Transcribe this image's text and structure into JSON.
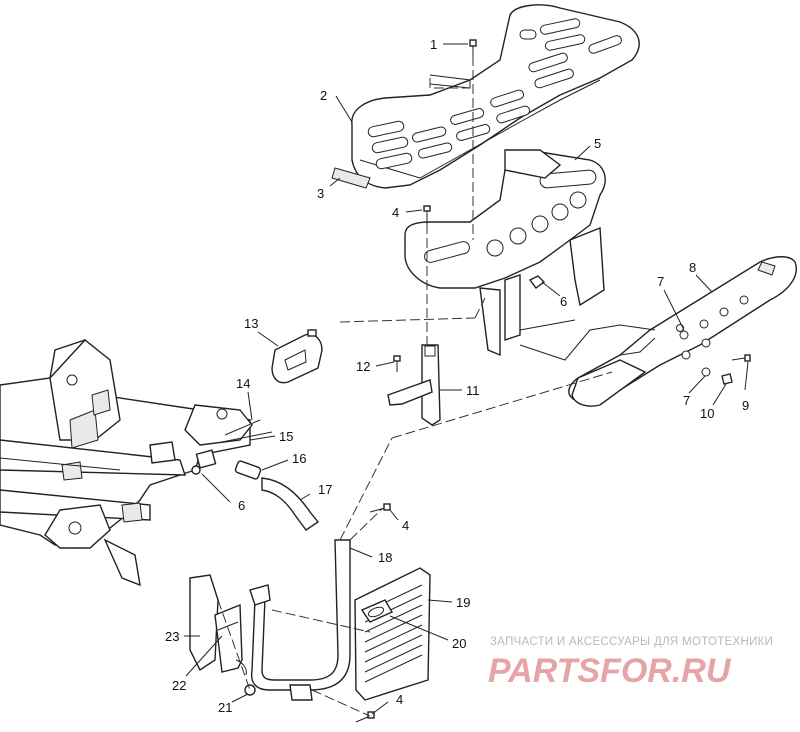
{
  "callouts": [
    {
      "id": "1"
    },
    {
      "id": "2"
    },
    {
      "id": "3"
    },
    {
      "id": "4"
    },
    {
      "id": "5"
    },
    {
      "id": "6"
    },
    {
      "id": "7"
    },
    {
      "id": "8"
    },
    {
      "id": "9"
    },
    {
      "id": "10"
    },
    {
      "id": "11"
    },
    {
      "id": "12"
    },
    {
      "id": "13"
    },
    {
      "id": "14"
    },
    {
      "id": "15"
    },
    {
      "id": "16"
    },
    {
      "id": "17"
    },
    {
      "id": "18"
    },
    {
      "id": "19"
    },
    {
      "id": "20"
    },
    {
      "id": "21"
    },
    {
      "id": "22"
    },
    {
      "id": "23"
    }
  ],
  "watermark": {
    "caption": "ЗАПЧАСТИ И АКСЕССУАРЫ ДЛЯ МОТОТЕХНИКИ",
    "logo": "PARTSFOR.RU"
  },
  "colors": {
    "line": "#222222",
    "watermark_caption": "#b9b9b9",
    "watermark_logo": "#e7a4a6"
  }
}
